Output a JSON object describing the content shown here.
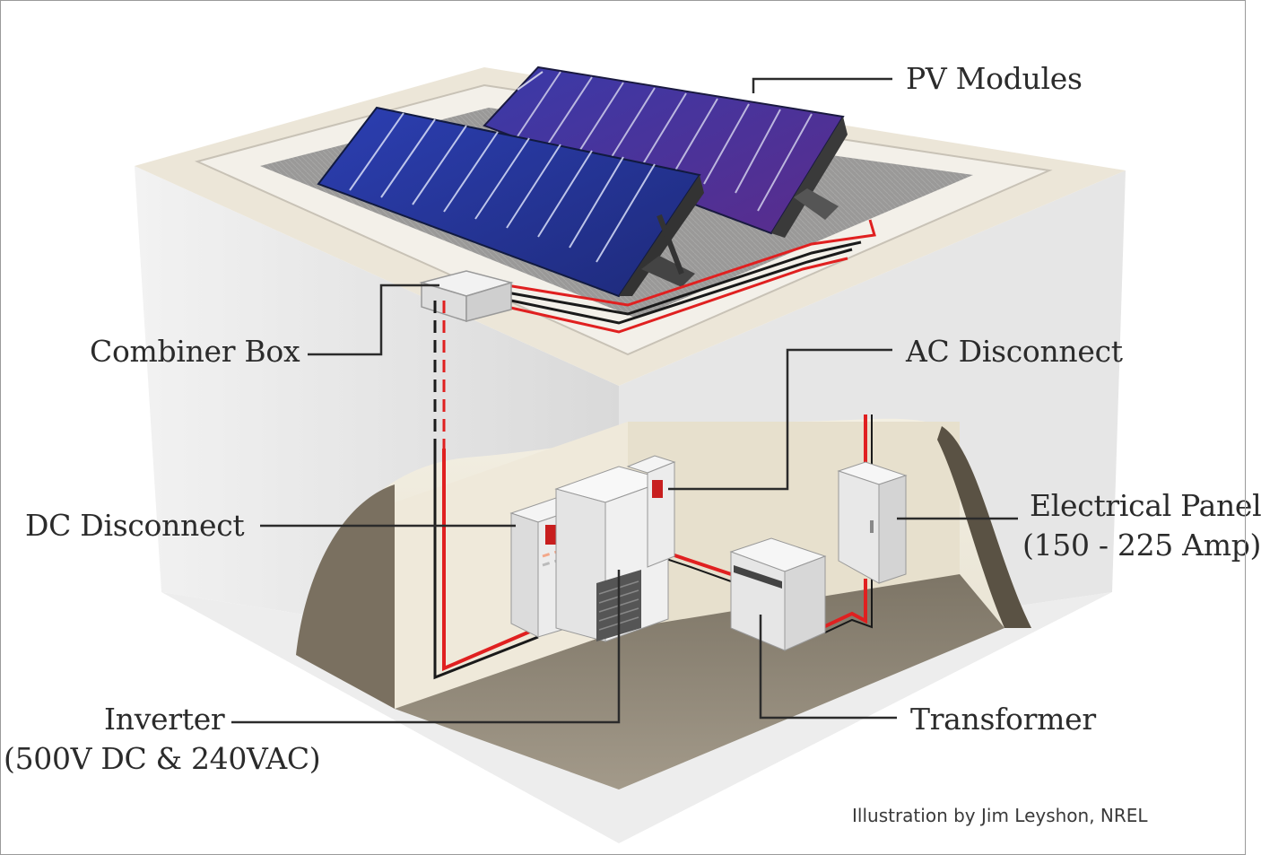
{
  "labels": {
    "pv_modules": "PV Modules",
    "combiner_box": "Combiner Box",
    "ac_disconnect": "AC Disconnect",
    "dc_disconnect": "DC Disconnect",
    "electrical_panel_line1": "Electrical Panel",
    "electrical_panel_line2": "(150 - 225 Amp)",
    "inverter_line1": "Inverter",
    "inverter_line2": "(500V DC & 240VAC)",
    "transformer": "Transformer"
  },
  "credit": "Illustration by Jim Leyshon, NREL",
  "colors": {
    "panel_blue": "#2b3aa0",
    "panel_purple": "#4a2a90",
    "wire_red": "#e02020",
    "wire_black": "#1a1a1a",
    "floor": "#8e8678",
    "wall": "#e9e4d6",
    "roof": "#f1ede4"
  }
}
